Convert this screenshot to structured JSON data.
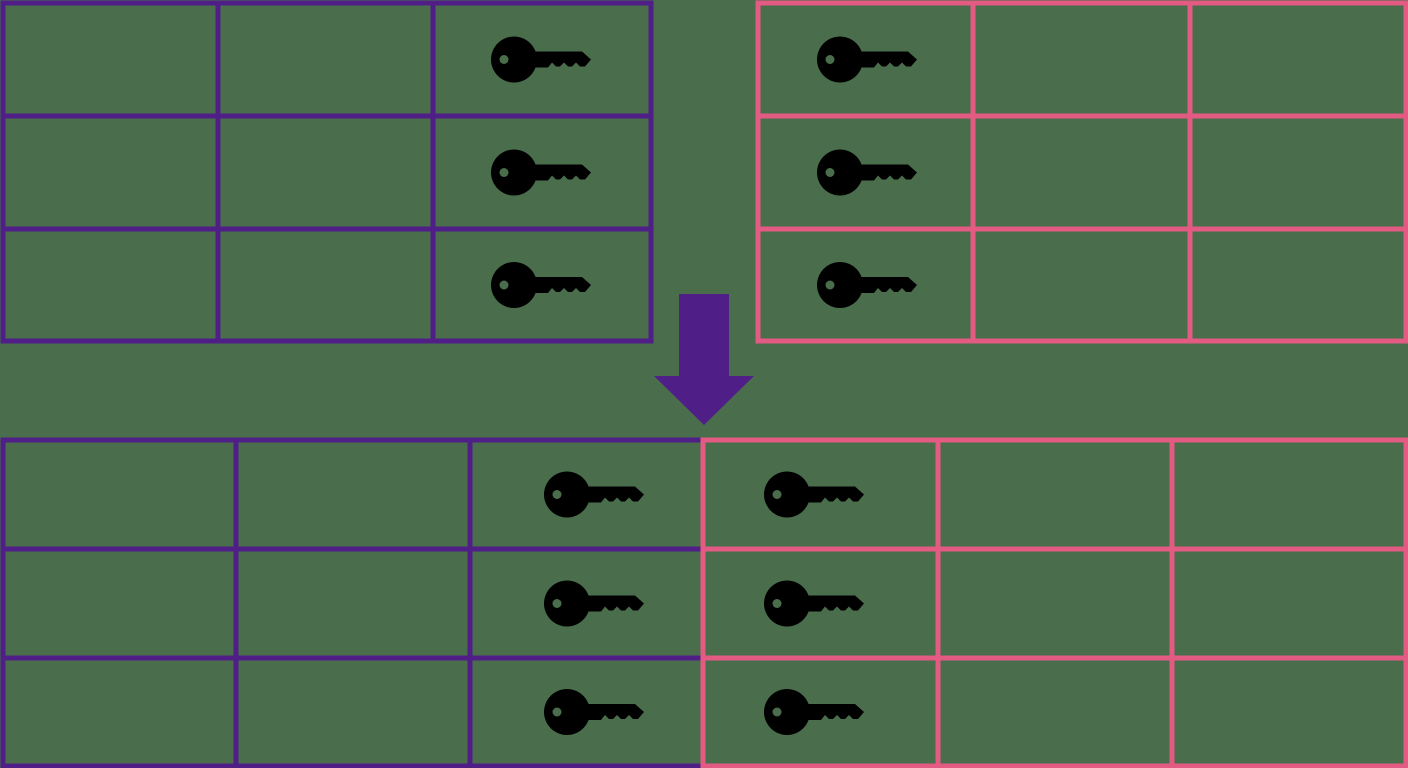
{
  "colors": {
    "background": "#4a6e4c",
    "left_table": "#4f1f87",
    "right_table": "#e35b83",
    "arrow": "#4f1f87",
    "key": "#000000"
  },
  "diagram": {
    "top_left_table": {
      "rows": 3,
      "columns": 3,
      "key_column": 3,
      "icon": "key-icon"
    },
    "top_right_table": {
      "rows": 3,
      "columns": 3,
      "key_column": 1,
      "icon": "key-icon"
    },
    "arrow": {
      "direction": "down",
      "icon": "arrow-down-icon"
    },
    "joined_table": {
      "rows": 3,
      "left_columns": 3,
      "right_columns": 3,
      "key_columns": [
        3,
        4
      ],
      "icon": "key-icon"
    }
  }
}
